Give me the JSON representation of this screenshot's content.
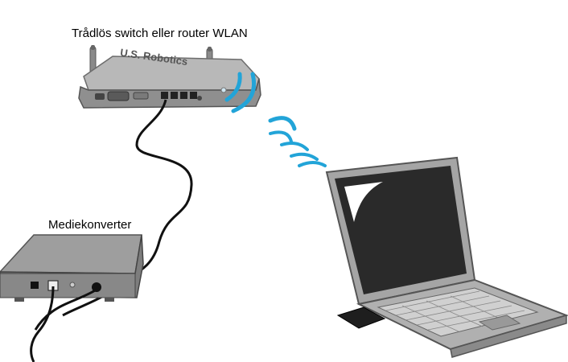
{
  "labels": {
    "router": "Trådlös switch eller router WLAN",
    "converter": "Mediekonverter"
  },
  "router_brand": "U.S. Robotics",
  "colors": {
    "background": "#ffffff",
    "device_body": "#8c8c8c",
    "device_top": "#b3b3b3",
    "device_dark": "#555555",
    "cable": "#111111",
    "wifi_waves": "#22a4d8",
    "laptop_screen": "#2a2a2a",
    "laptop_body": "#a8a8a8"
  }
}
